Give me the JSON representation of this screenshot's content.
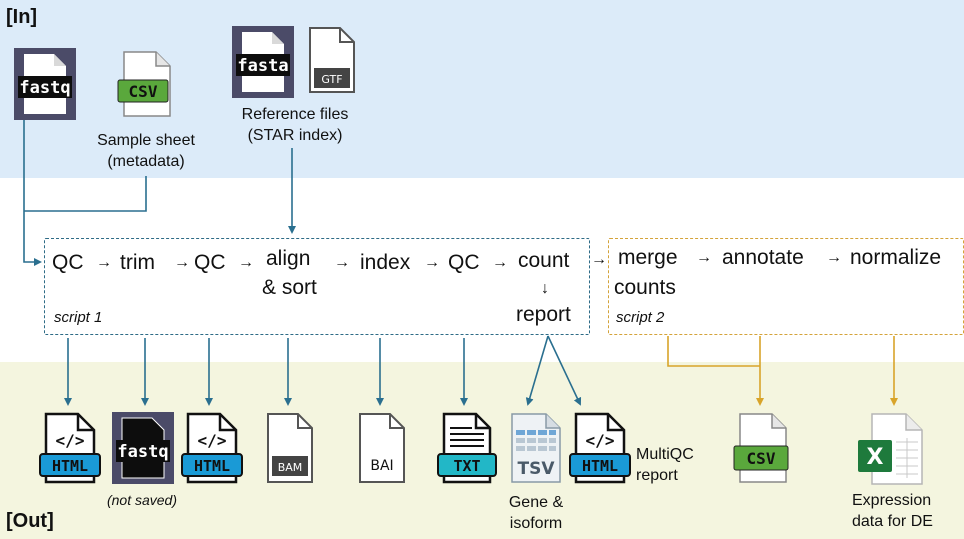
{
  "sections": {
    "in_label": "[In]",
    "out_label": "[Out]"
  },
  "inputs": {
    "fastq": "fastq",
    "csv": "CSV",
    "sample_sheet": [
      "Sample sheet",
      "(metadata)"
    ],
    "fasta": "fasta",
    "gtf": "GTF",
    "reference": [
      "Reference files",
      "(STAR index)"
    ]
  },
  "script1": {
    "label": "script 1",
    "steps": [
      "QC",
      "trim",
      "QC",
      "align",
      "& sort",
      "index",
      "QC",
      "count",
      "report"
    ]
  },
  "script2": {
    "label": "script 2",
    "steps": [
      "merge",
      "annotate",
      "normalize",
      "counts"
    ]
  },
  "arrows": {
    "right": "→",
    "down": "↓"
  },
  "outputs": {
    "html1": "HTML",
    "fastq": "fastq",
    "fastq_note": "(not saved)",
    "html2": "HTML",
    "bam": "BAM",
    "bai": "BAI",
    "txt": "TXT",
    "tsv": "TSV",
    "tsv_caption": [
      "Gene &",
      "isoform"
    ],
    "html3": "HTML",
    "multiqc": [
      "MultiQC",
      "report"
    ],
    "csv": "CSV",
    "excel_caption": [
      "Expression",
      "data for DE"
    ]
  },
  "colors": {
    "in_band": "#dcebf9",
    "out_band": "#f4f5df",
    "script1_border": "#2e6b86",
    "script2_border": "#d4a33a",
    "connector_blue": "#2a6f8f",
    "connector_gold": "#d8a42a",
    "html_blue": "#1a9ad6",
    "csv_green": "#5aa83c",
    "txt_cyan": "#22b7c7",
    "excel_green": "#1e7a3c",
    "icon_dark": "#0d0d0d"
  }
}
